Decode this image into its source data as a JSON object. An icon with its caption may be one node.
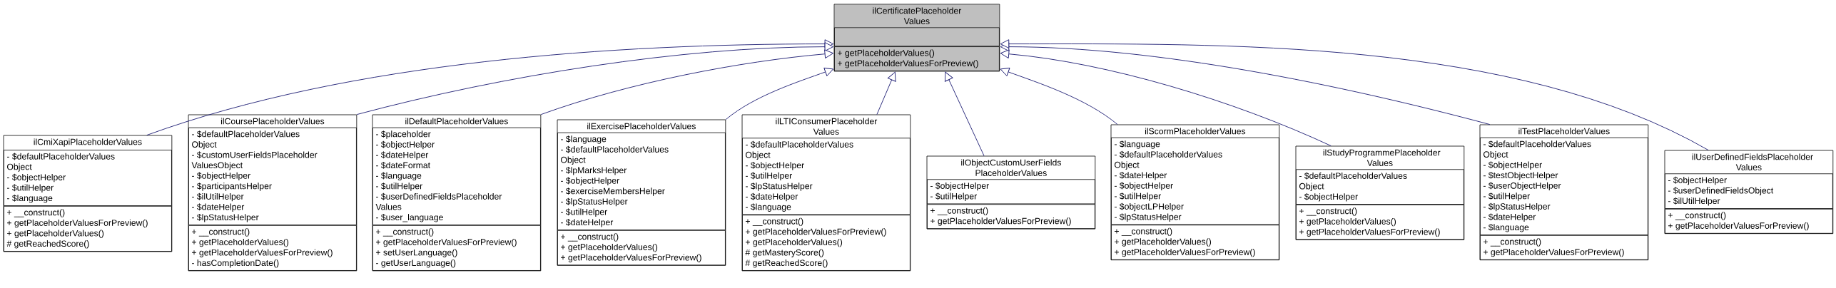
{
  "diagram": {
    "nodes": [
      {
        "text": [
          "ilCertificatePlaceholder Values"
        ]
      },
      {
        "text": [],
        "shape": "box",
        "in": 0
      },
      {
        "text": [
          "+ getPlaceholderValues()",
          "+ getPlaceholderValuesForPreview()"
        ],
        "in": 0
      },
      {
        "text": [
          "ilCmiXapiPlaceholderValues"
        ]
      },
      {
        "text": [
          "- $defaultPlaceholderValues Object",
          "- $objectHelper",
          "- $utilHelper",
          "- $language"
        ],
        "in": 3
      },
      {
        "text": [
          "+ __construct()",
          "+ getPlaceholderValuesForPreview()",
          "+ getPlaceholderValues()",
          "# getReachedScore()"
        ],
        "in": 3
      },
      {
        "text": [
          "ilCoursePlaceholderValues"
        ]
      },
      {
        "text": [
          "- $defaultPlaceholderValues Object",
          "- $customUserFieldsPlaceholder ValuesObject",
          "- $objectHelper",
          "- $participantsHelper",
          "- $ilUtilHelper",
          "- $dateHelper",
          "- $lpStatusHelper"
        ],
        "in": 6
      },
      {
        "text": [
          "+ __construct()",
          "+ getPlaceholderValues()",
          "+ getPlaceholderValuesForPreview()",
          "- hasCompletionDate()"
        ],
        "in": 6
      },
      {
        "text": [
          "ilDefaultPlaceholderValues"
        ]
      },
      {
        "text": [
          "- $placeholder",
          "- $objectHelper",
          "- $dateHelper",
          "- $dateFormat",
          "- $language",
          "- $utilHelper",
          "- $userDefinedFieldsPlaceholder Values",
          "- $user_language"
        ],
        "in": 9
      },
      {
        "text": [
          "+ __construct()",
          "+ getPlaceholderValuesForPreview()",
          "+ setUserLanguage()",
          "- getUserLanguage()"
        ],
        "in": 9
      },
      {
        "text": [
          "ilExercisePlaceholderValues"
        ]
      },
      {
        "text": [
          "- $language",
          "- $defaultPlaceholderValues Object",
          "- $lpMarksHelper",
          "- $objectHelper",
          "- $exerciseMembersHelper",
          "- $lpStatusHelper",
          "- $utilHelper",
          "- $dateHelper"
        ],
        "in": 12
      },
      {
        "text": [
          "+ __construct()",
          "+ getPlaceholderValues()",
          "+ getPlaceholderValuesForPreview()"
        ],
        "in": 12
      },
      {
        "text": [
          "ilLTIConsumerPlaceholder Values"
        ]
      },
      {
        "text": [
          "- $defaultPlaceholderValues Object",
          "- $objectHelper",
          "- $utilHelper",
          "- $lpStatusHelper",
          "- $dateHelper",
          "- $language"
        ],
        "in": 15
      },
      {
        "text": [
          "+ __construct()",
          "+ getPlaceholderValuesForPreview()",
          "+ getPlaceholderValues()",
          "# getMasteryScore()",
          "# getReachedScore()"
        ],
        "in": 15
      },
      {
        "text": [
          "ilObjectCustomUserFields PlaceholderValues"
        ]
      },
      {
        "text": [
          "- $objectHelper",
          "- $utilHelper"
        ],
        "in": 18
      },
      {
        "text": [
          "+ __construct()",
          "+ getPlaceholderValuesForPreview()"
        ],
        "in": 18
      },
      {
        "text": [
          "ilScormPlaceholderValues"
        ]
      },
      {
        "text": [
          "- $language",
          "- $defaultPlaceholderValues Object",
          "- $dateHelper",
          "- $objectHelper",
          "- $utilHelper",
          "- $objectLPHelper",
          "- $lpStatusHelper"
        ],
        "in": 21
      },
      {
        "text": [
          "+ __construct()",
          "+ getPlaceholderValues()",
          "+ getPlaceholderValuesForPreview()"
        ],
        "in": 21
      },
      {
        "text": [
          "ilStudyProgrammePlaceholder Values"
        ]
      },
      {
        "text": [
          "- $defaultPlaceholderValues Object",
          "- $objectHelper"
        ],
        "in": 24
      },
      {
        "text": [
          "+ __construct()",
          "+ getPlaceholderValues()",
          "+ getPlaceholderValuesForPreview()"
        ],
        "in": 24
      },
      {
        "text": [
          "ilTestPlaceholderValues"
        ]
      },
      {
        "text": [
          "- $defaultPlaceholderValues Object",
          "- $objectHelper",
          "- $testObjectHelper",
          "- $userObjectHelper",
          "- $utilHelper",
          "- $lpStatusHelper",
          "- $dateHelper",
          "- $language"
        ],
        "in": 27
      },
      {
        "text": [
          "+ __construct()",
          "+ getPlaceholderValuesForPreview()"
        ],
        "in": 27
      },
      {
        "text": [
          "ilUserDefinedFieldsPlaceholder Values"
        ]
      },
      {
        "text": [
          "- $objectHelper",
          "- $userDefinedFieldsObject",
          "- $ilUtilHelper"
        ],
        "in": 30
      },
      {
        "text": [
          "+ __construct()",
          "+ getPlaceholderValuesForPreview()"
        ],
        "in": 30
      }
    ],
    "edges": [
      {
        "from": 3,
        "to": 0,
        "arrow": "to"
      },
      {
        "from": 6,
        "to": 0,
        "arrow": "to"
      },
      {
        "from": 9,
        "to": 0,
        "arrow": "to"
      },
      {
        "from": 12,
        "to": 0,
        "arrow": "to"
      },
      {
        "from": 15,
        "to": 0,
        "arrow": "to"
      },
      {
        "from": 18,
        "to": 0,
        "arrow": "to"
      },
      {
        "from": 21,
        "to": 0,
        "arrow": "to"
      },
      {
        "from": 24,
        "to": 0,
        "arrow": "to"
      },
      {
        "from": 27,
        "to": 0,
        "arrow": "to"
      },
      {
        "from": 30,
        "to": 0,
        "arrow": "to"
      }
    ]
  }
}
